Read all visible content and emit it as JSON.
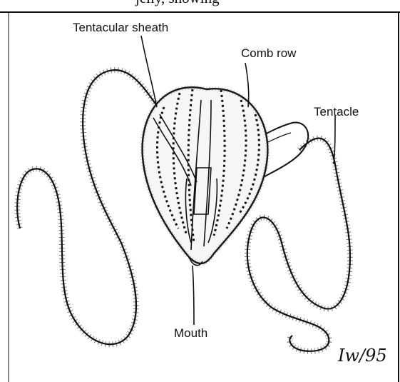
{
  "caption_fragment": "jelly, showing",
  "labels": {
    "tentacular_sheath": "Tentacular sheath",
    "comb_row": "Comb row",
    "tentacle": "Tentacle",
    "mouth": "Mouth"
  },
  "signature": "Iw/95",
  "colors": {
    "ink": "#111111",
    "background": "#ffffff",
    "stipple": "#555555"
  }
}
